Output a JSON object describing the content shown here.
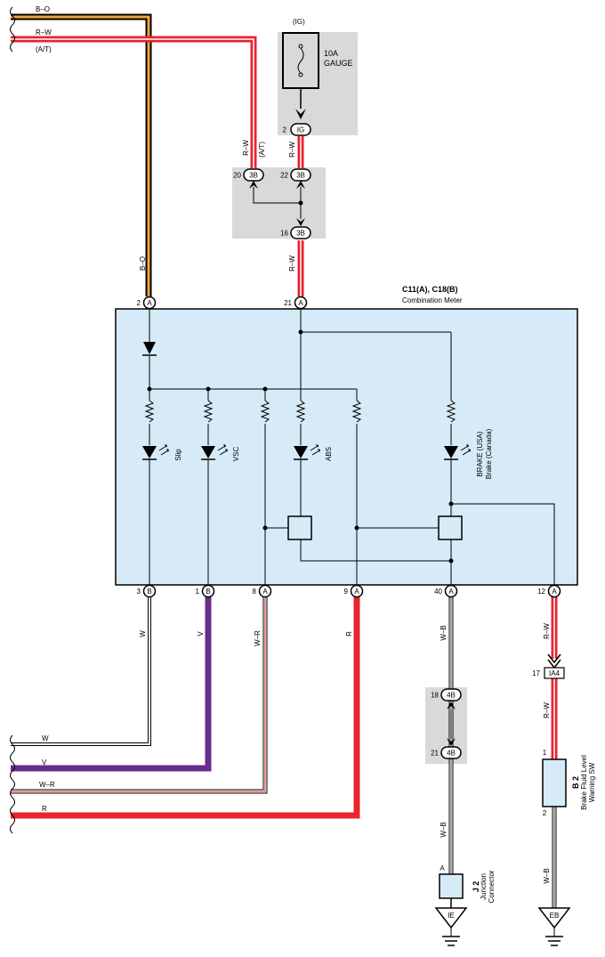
{
  "colors": {
    "box_fill": "#d6ebf7",
    "shade": "#d9d9d9",
    "red": "#e8242f",
    "orange": "#f2a53b",
    "violet": "#6a2c8a",
    "wire_black": "#000000"
  },
  "fuse": {
    "source": "(IG)",
    "rating": "10A",
    "name": "GAUGE"
  },
  "meter": {
    "code": "C11(A), C18(B)",
    "name": "Combination Meter"
  },
  "lamps": {
    "slip": "Slip",
    "vsc": "VSC",
    "abs": "ABS",
    "brake_usa": "BRAKE (USA)",
    "brake_canada": "Brake (Canada)"
  },
  "connectors": {
    "ig": {
      "pin": "2",
      "code": "IG"
    },
    "j3b_20": {
      "pin": "20",
      "code": "3B"
    },
    "j3b_22": {
      "pin": "22",
      "code": "3B"
    },
    "j3b_16": {
      "pin": "16",
      "code": "3B"
    },
    "m_2": {
      "pin": "2",
      "code": "A"
    },
    "m_21": {
      "pin": "21",
      "code": "A"
    },
    "m_3": {
      "pin": "3",
      "code": "B"
    },
    "m_1": {
      "pin": "1",
      "code": "B"
    },
    "m_8": {
      "pin": "8",
      "code": "A"
    },
    "m_9": {
      "pin": "9",
      "code": "A"
    },
    "m_40": {
      "pin": "40",
      "code": "A"
    },
    "m_12": {
      "pin": "12",
      "code": "A"
    },
    "ia4": {
      "pin": "17",
      "code": "IA4"
    },
    "j4b_18": {
      "pin": "18",
      "code": "4B"
    },
    "j4b_21": {
      "pin": "21",
      "code": "4B"
    },
    "j2_pin": "A",
    "b2_pin1": "1",
    "b2_pin2": "2"
  },
  "wires": {
    "b_o": "B–O",
    "r_w": "R–W",
    "at": "(A/T)",
    "w": "W",
    "v": "V",
    "w_r": "W–R",
    "r": "R",
    "w_b": "W–B"
  },
  "components": {
    "j2": {
      "code": "J 2",
      "name_line1": "Junction",
      "name_line2": "Connector"
    },
    "b2": {
      "code": "B 2",
      "name_line1": "Brake Fluid Level",
      "name_line2": "Warning SW"
    }
  },
  "grounds": {
    "ie": "IE",
    "eb": "EB"
  }
}
